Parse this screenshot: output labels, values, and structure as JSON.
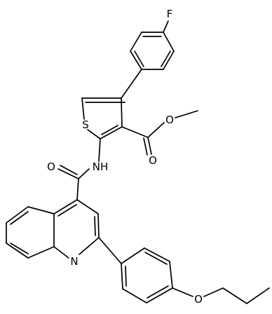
{
  "atom_labels": {
    "fluorine": "F",
    "sulfur": "S",
    "ester_carbonyl_oxygen": "O",
    "ester_ether_oxygen": "O",
    "amide_nitrogen": "NH",
    "amide_oxygen": "O",
    "quinoline_nitrogen": "N",
    "propoxy_oxygen": "O"
  }
}
